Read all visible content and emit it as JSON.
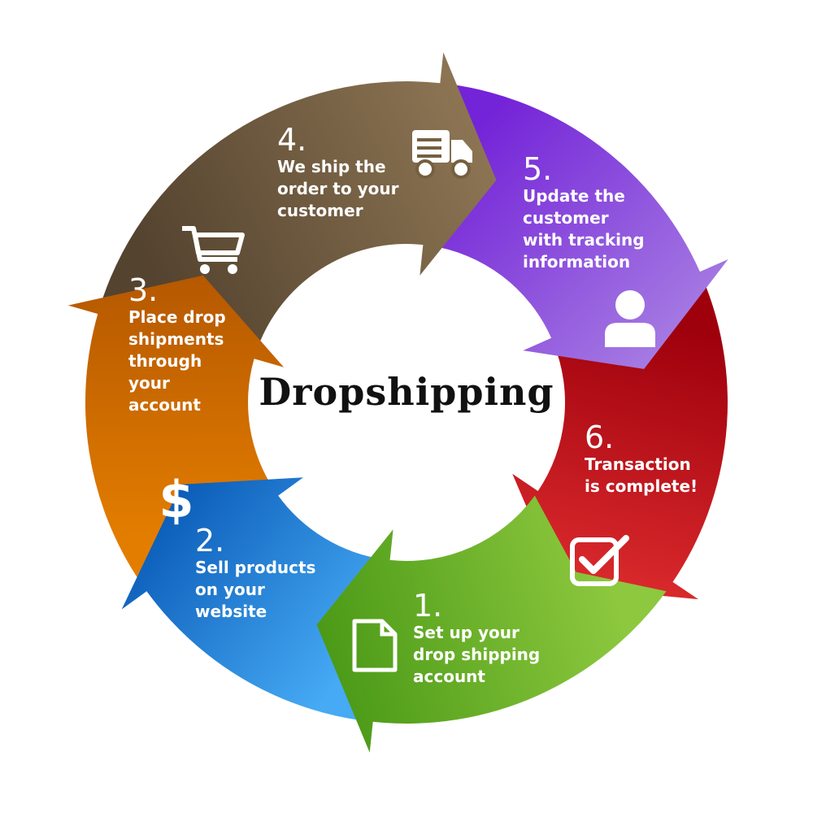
{
  "title": "Dropshipping",
  "steps": [
    {
      "number": "1.",
      "lines": [
        "Set up your",
        "drop shipping",
        "account"
      ],
      "icon": "document-icon",
      "colors": [
        "#8dc83e",
        "#4b9a17"
      ]
    },
    {
      "number": "2.",
      "lines": [
        "Sell products",
        "on your",
        "website"
      ],
      "icon": "dollar-icon",
      "colors": [
        "#46aaf4",
        "#0b5cb8"
      ]
    },
    {
      "number": "3.",
      "lines": [
        "Place drop",
        "shipments",
        "through",
        "your",
        "account"
      ],
      "icon": "cart-icon",
      "colors": [
        "#e37d00",
        "#b55800"
      ]
    },
    {
      "number": "4.",
      "lines": [
        "We ship the",
        "order to your",
        "customer"
      ],
      "icon": "truck-icon",
      "colors": [
        "#54432f",
        "#8c7453"
      ]
    },
    {
      "number": "5.",
      "lines": [
        "Update the",
        "customer",
        "with tracking",
        "information"
      ],
      "icon": "user-icon",
      "colors": [
        "#7424d8",
        "#a57ae2"
      ]
    },
    {
      "number": "6.",
      "lines": [
        "Transaction",
        "is complete!"
      ],
      "icon": "checkbox-icon",
      "colors": [
        "#9e000c",
        "#dc2b2e"
      ]
    }
  ]
}
